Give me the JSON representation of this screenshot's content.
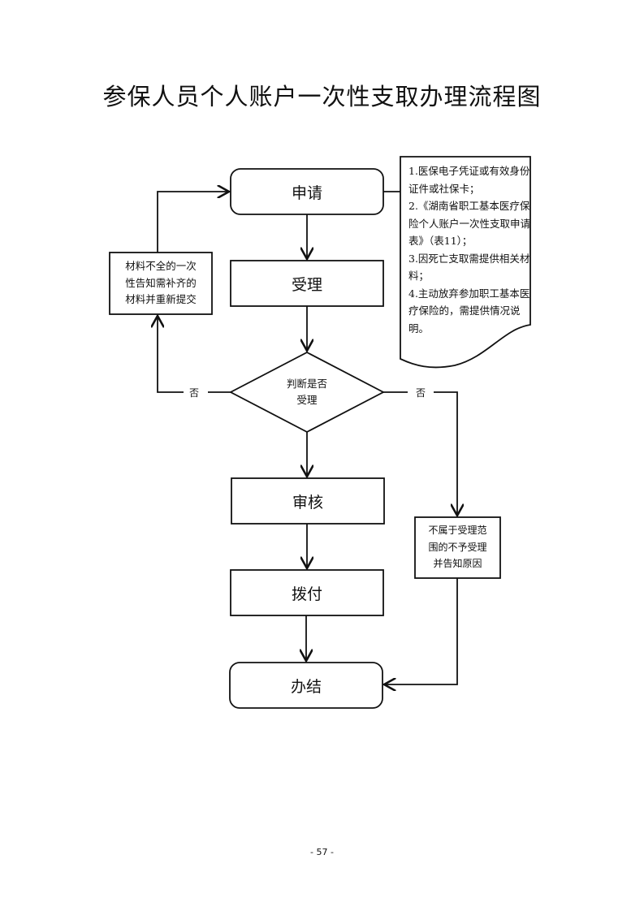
{
  "title": "参保人员个人账户一次性支取办理流程图",
  "nodes": {
    "apply": "申请",
    "accept": "受理",
    "decision": [
      "判断是否",
      "受理"
    ],
    "review": "审核",
    "payment": "拨付",
    "complete": "办结",
    "supplement": [
      "材料不全的一次",
      "性告知需补齐的",
      "材料并重新提交"
    ],
    "reject": [
      "不属于受理范",
      "围的不予受理",
      "并告知原因"
    ]
  },
  "note": [
    "1.医保电子凭证或有效身份证件或社保卡；",
    "2.《湖南省职工基本医疗保险个人账户一次性支取申请表》（表11）；",
    "3.因死亡支取需提供相关材料；",
    "4.主动放弃参加职工基本医疗保险的，需提供情况说明。"
  ],
  "edge_labels": {
    "left_no": "否",
    "right_no": "否"
  },
  "page_number": "- 57 -"
}
